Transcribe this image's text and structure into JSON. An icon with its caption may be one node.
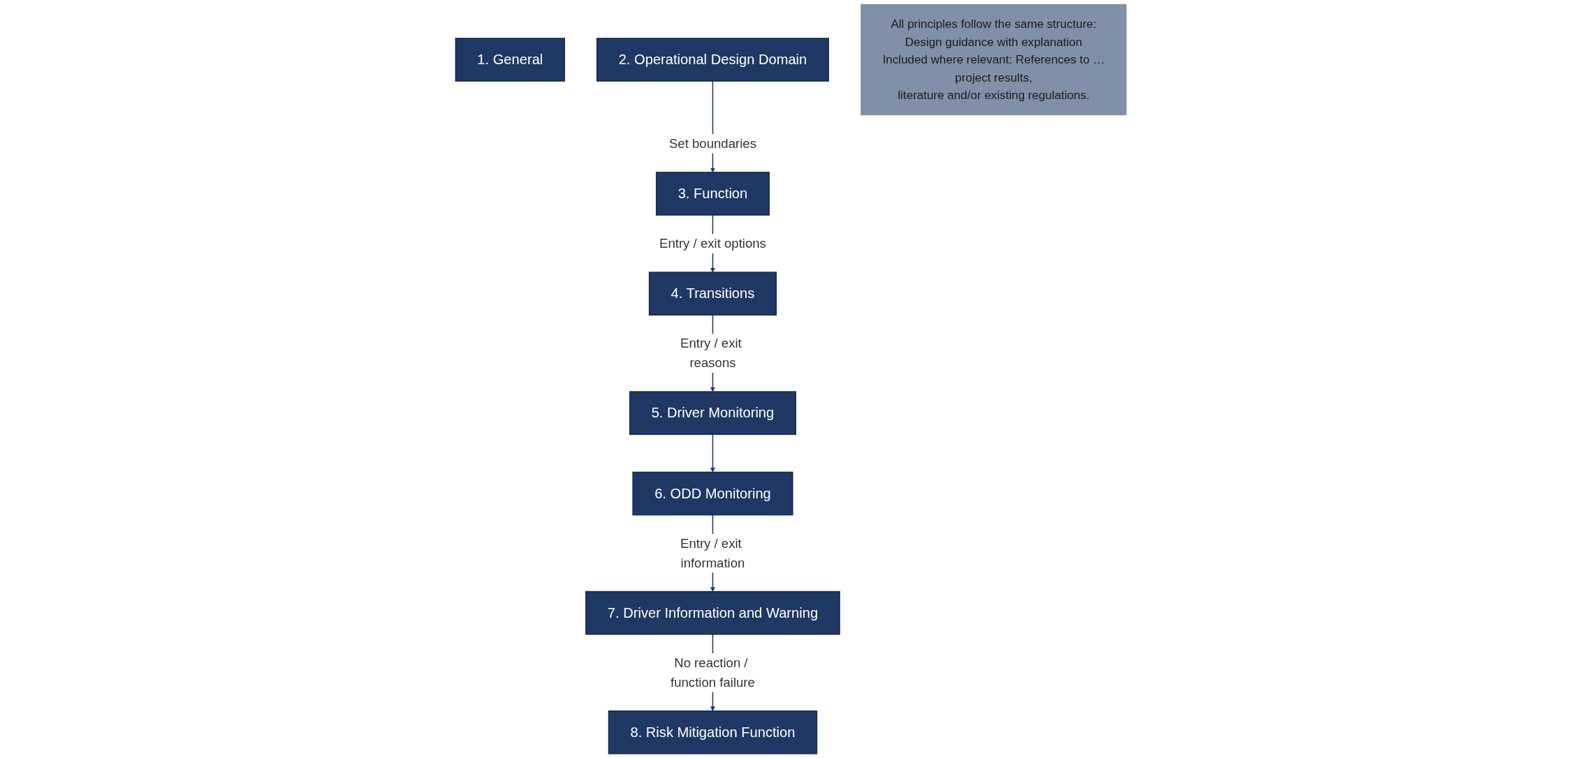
{
  "diagram": {
    "nodes": [
      {
        "text": [
          "1. General"
        ]
      },
      {
        "text": [
          "2. Operational Design Domain"
        ]
      },
      {
        "text": [
          "3. Function"
        ]
      },
      {
        "text": [
          "4. Transitions"
        ]
      },
      {
        "text": [
          "5. Driver Monitoring"
        ]
      },
      {
        "text": [
          "6. ODD Monitoring"
        ]
      },
      {
        "text": [
          "7. Driver Information and Warning"
        ]
      },
      {
        "text": [
          "8. Risk Mitigation Function"
        ]
      },
      {
        "text": [
          "All principles follow the same structure:",
          "Design guidance with explanation",
          "Included where relevant: References to …",
          "project results,",
          "literature and/or existing regulations."
        ]
      }
    ],
    "edges": [
      {
        "from": 1,
        "to": 2,
        "arrow": "to",
        "label": "Set boundaries"
      },
      {
        "from": 2,
        "to": 3,
        "arrow": "to",
        "label": "Entry / exit options"
      },
      {
        "from": 3,
        "to": 4,
        "arrow": "to",
        "label": "Entry / exit reasons"
      },
      {
        "from": 4,
        "to": 5,
        "arrow": "to"
      },
      {
        "from": 5,
        "to": 6,
        "arrow": "to",
        "label": "Entry / exit information"
      },
      {
        "from": 6,
        "to": 7,
        "arrow": "to",
        "label": "No reaction / function failure"
      }
    ]
  }
}
